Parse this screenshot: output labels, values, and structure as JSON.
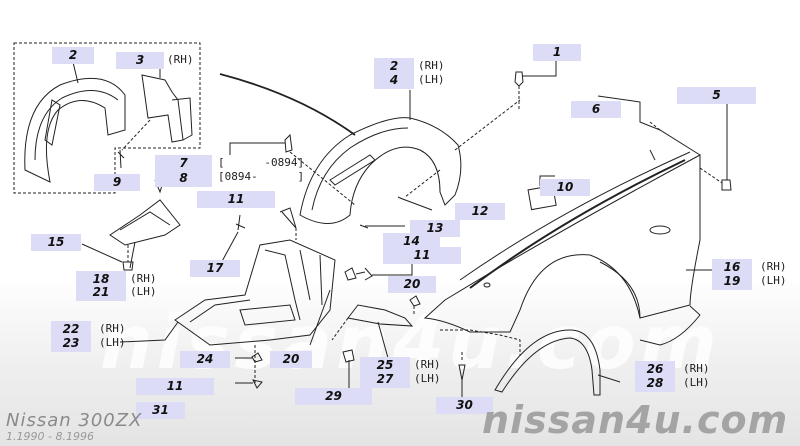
{
  "diagram": {
    "title": "Nissan 300ZX",
    "years": "1.1990 - 8.1996",
    "watermark": "nissan4u.com",
    "callout_color": "#dcdcf6",
    "callouts": [
      {
        "id": "c2a",
        "number": "2"
      },
      {
        "id": "c3",
        "number": "3",
        "side": "(RH)"
      },
      {
        "id": "c9",
        "number": "9"
      },
      {
        "id": "c7",
        "number": "7",
        "date": "[      -0894]"
      },
      {
        "id": "c8",
        "number": "8",
        "date": "[0894-      ]"
      },
      {
        "id": "c2b",
        "number": "2",
        "side": "(RH)"
      },
      {
        "id": "c4",
        "number": "4",
        "side": "(LH)"
      },
      {
        "id": "c1",
        "number": "1"
      },
      {
        "id": "c6",
        "number": "6"
      },
      {
        "id": "c5",
        "number": "5"
      },
      {
        "id": "c10",
        "number": "10"
      },
      {
        "id": "c11a",
        "number": "11"
      },
      {
        "id": "c12",
        "number": "12"
      },
      {
        "id": "c13",
        "number": "13"
      },
      {
        "id": "c14",
        "number": "14"
      },
      {
        "id": "c11b",
        "number": "11"
      },
      {
        "id": "c15",
        "number": "15"
      },
      {
        "id": "c17",
        "number": "17"
      },
      {
        "id": "c18",
        "number": "18",
        "side": "(RH)"
      },
      {
        "id": "c21",
        "number": "21",
        "side": "(LH)"
      },
      {
        "id": "c20a",
        "number": "20"
      },
      {
        "id": "c16",
        "number": "16",
        "side": "(RH)"
      },
      {
        "id": "c19",
        "number": "19",
        "side": "(LH)"
      },
      {
        "id": "c22",
        "number": "22",
        "side": "(RH)"
      },
      {
        "id": "c23",
        "number": "23",
        "side": "(LH)"
      },
      {
        "id": "c24",
        "number": "24"
      },
      {
        "id": "c20b",
        "number": "20"
      },
      {
        "id": "c25",
        "number": "25",
        "side": "(RH)"
      },
      {
        "id": "c27",
        "number": "27",
        "side": "(LH)"
      },
      {
        "id": "c26",
        "number": "26",
        "side": "(RH)"
      },
      {
        "id": "c28",
        "number": "28",
        "side": "(LH)"
      },
      {
        "id": "c11c",
        "number": "11"
      },
      {
        "id": "c29",
        "number": "29"
      },
      {
        "id": "c30",
        "number": "30"
      },
      {
        "id": "c31",
        "number": "31"
      }
    ]
  }
}
